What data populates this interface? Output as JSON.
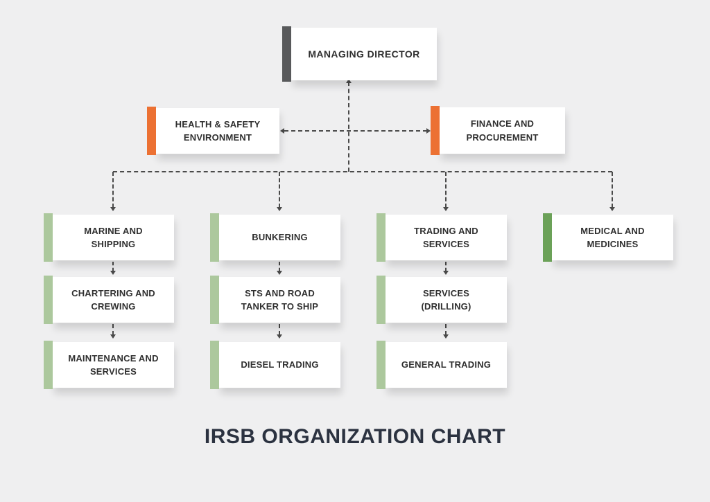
{
  "page": {
    "title": "IRSB ORGANIZATION CHART"
  },
  "colors": {
    "page_bg": "#efeff0",
    "director_bar": "#58595b",
    "staff_bar": "#ec7133",
    "division_bar": "#acc89d",
    "medical_bar": "#6ba158",
    "connector_color": "#4a4a4a",
    "box_text": "#2f2f2f",
    "title_text": "#2b3240"
  },
  "nodes": {
    "managing_director": {
      "label": "MANAGING DIRECTOR"
    },
    "health_safety": {
      "label": "HEALTH & SAFETY ENVIRONMENT"
    },
    "finance": {
      "label": "FINANCE AND PROCUREMENT"
    },
    "marine": {
      "label": "MARINE AND SHIPPING"
    },
    "chartering": {
      "label": "CHARTERING AND CREWING"
    },
    "maintenance": {
      "label": "MAINTENANCE AND SERVICES"
    },
    "bunkering": {
      "label": "BUNKERING"
    },
    "sts": {
      "label": "STS AND ROAD TANKER TO SHIP"
    },
    "diesel": {
      "label": "DIESEL TRADING"
    },
    "trading": {
      "label": "TRADING AND SERVICES"
    },
    "services_drilling": {
      "label": "SERVICES (DRILLING)"
    },
    "general_trading": {
      "label": "GENERAL TRADING"
    },
    "medical": {
      "label": "MEDICAL AND MEDICINES"
    }
  }
}
